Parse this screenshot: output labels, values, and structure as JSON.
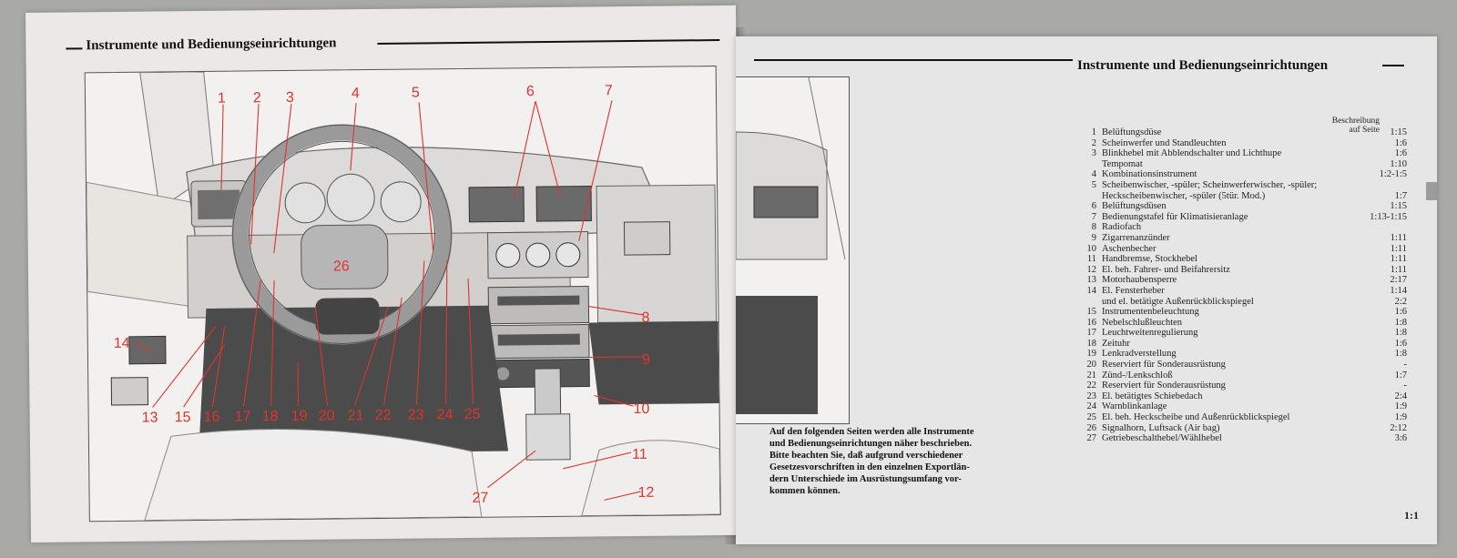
{
  "header": {
    "left_title": "Instrumente und Bedienungseinrichtungen",
    "right_title": "Instrumente und Bedienungseinrichtungen"
  },
  "column_header": {
    "line1": "Beschreibung",
    "line2": "auf Seite"
  },
  "callouts": [
    "1",
    "2",
    "3",
    "4",
    "5",
    "6",
    "7",
    "8",
    "9",
    "10",
    "11",
    "12",
    "13",
    "14",
    "15",
    "16",
    "17",
    "18",
    "19",
    "20",
    "21",
    "22",
    "23",
    "24",
    "25",
    "26",
    "27"
  ],
  "items": [
    {
      "num": "1",
      "label": "Belüftungsdüse",
      "page": "1:15"
    },
    {
      "num": "2",
      "label": "Scheinwerfer und Standleuchten",
      "page": "1:6"
    },
    {
      "num": "3",
      "label": "Blinkhebel mit Abblendschalter und Lichthupe",
      "page": "1:6"
    },
    {
      "num": "",
      "label": "Tempomat",
      "page": "1:10"
    },
    {
      "num": "4",
      "label": "Kombinationsinstrument",
      "page": "1:2-1:5"
    },
    {
      "num": "5",
      "label": "Scheibenwischer, -spüler; Scheinwerferwischer, -spüler;",
      "page": ""
    },
    {
      "num": "",
      "label": "Heckscheibenwischer, -spüler (5tür. Mod.)",
      "page": "1:7"
    },
    {
      "num": "6",
      "label": "Belüftungsdüsen",
      "page": "1:15"
    },
    {
      "num": "7",
      "label": "Bedienungstafel für Klimatisieranlage",
      "page": "1:13-1:15"
    },
    {
      "num": "8",
      "label": "Radiofach",
      "page": ""
    },
    {
      "num": "9",
      "label": "Zigarrenanzünder",
      "page": "1:11"
    },
    {
      "num": "10",
      "label": "Aschenbecher",
      "page": "1:11"
    },
    {
      "num": "11",
      "label": "Handbremse, Stockhebel",
      "page": "1:11"
    },
    {
      "num": "12",
      "label": "El. beh. Fahrer- und Beifahrersitz",
      "page": "1:11"
    },
    {
      "num": "13",
      "label": "Motorhaubensperre",
      "page": "2:17"
    },
    {
      "num": "14",
      "label": "El. Fensterheber",
      "page": "1:14"
    },
    {
      "num": "",
      "label": "und el. betätigte Außenrückblickspiegel",
      "page": "2:2"
    },
    {
      "num": "15",
      "label": "Instrumentenbeleuchtung",
      "page": "1:6"
    },
    {
      "num": "16",
      "label": "Nebelschlußleuchten",
      "page": "1:8"
    },
    {
      "num": "17",
      "label": "Leuchtweitenregulierung",
      "page": "1:8"
    },
    {
      "num": "18",
      "label": "Zeituhr",
      "page": "1:6"
    },
    {
      "num": "19",
      "label": "Lenkradverstellung",
      "page": "1:8"
    },
    {
      "num": "20",
      "label": "Reserviert für Sonderausrüstung",
      "page": "-"
    },
    {
      "num": "21",
      "label": "Zünd-/Lenkschloß",
      "page": "1:7"
    },
    {
      "num": "22",
      "label": "Reserviert für Sonderausrüstung",
      "page": "-"
    },
    {
      "num": "23",
      "label": "El. betätigtes Schiebedach",
      "page": "2:4"
    },
    {
      "num": "24",
      "label": "Warnblinkanlage",
      "page": "1:9"
    },
    {
      "num": "25",
      "label": "El. beh. Heckscheibe und Außenrückblickspiegel",
      "page": "1:9"
    },
    {
      "num": "26",
      "label": "Signalhorn, Luftsack (Air bag)",
      "page": "2:12"
    },
    {
      "num": "27",
      "label": "Getriebeschalthebel/Wählhebel",
      "page": "3:6"
    }
  ],
  "bottom_note": {
    "lines": [
      "Auf den folgenden Seiten werden alle Instrumente",
      "und Bedienungseinrichtungen näher beschrieben.",
      "Bitte beachten Sie, daß aufgrund verschiedener",
      "Gesetzesvorschriften in den einzelnen Exportlän-",
      "dern Unterschiede im Ausrüstungsumfang vor-",
      "kommen können."
    ]
  },
  "page_number": "1:1",
  "colors": {
    "callout": "#e0332e",
    "page_left": "#ece8e7",
    "page_right": "#e6e6e6"
  }
}
